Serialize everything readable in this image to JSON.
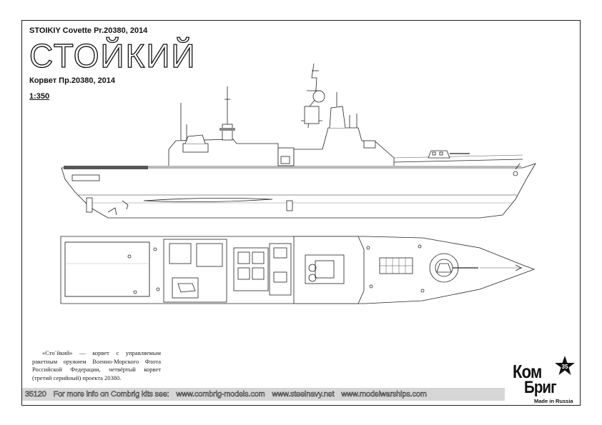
{
  "sheet": {
    "title_en": "STOIKIY Covette Pr.20380, 2014",
    "title_big": "СТОЙКИЙ",
    "title_ru": "Корвет Пр.20380, 2014",
    "scale": "1:350"
  },
  "description": "«Сто`йкий» — корвет с управляемым ракетным оружием Военно-Морского Флота Российской Федерации, четвёртый корвет (третий серийный) проекта 20380.",
  "footer": {
    "code": "35120",
    "prompt": "For more info on Combrig kits see:",
    "link1": "www.combrig-models.com",
    "link2": "www.steelnavy.net",
    "link3": "www.modelwarships.com"
  },
  "logo": {
    "line1": "Ком",
    "line2": "Бриг",
    "made": "Made in Russia",
    "star_text": "35"
  }
}
